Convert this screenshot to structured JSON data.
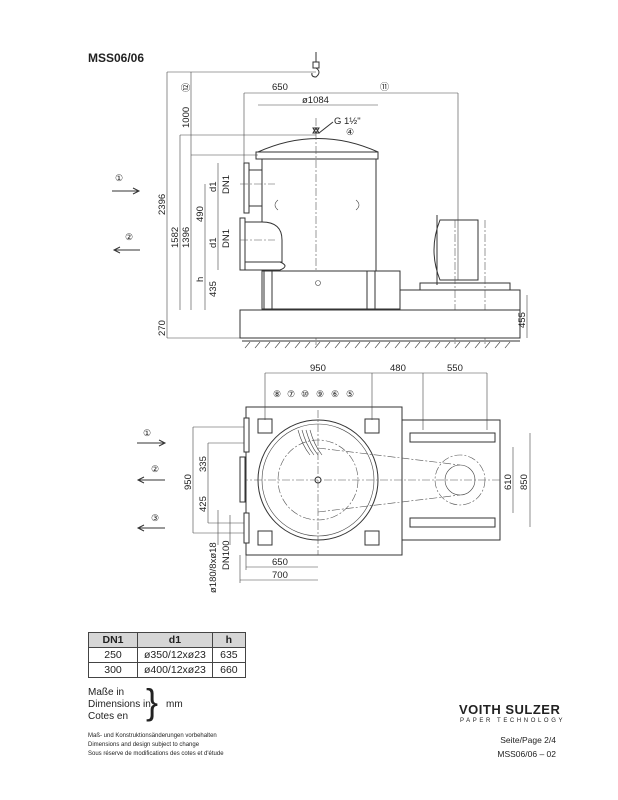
{
  "title": "MSS06/06",
  "elevation": {
    "dims": {
      "w650": "650",
      "w1084": "ø1084",
      "g": "G 1½\"",
      "h2396": "2396",
      "h1582": "1582",
      "h1396": "1396",
      "h1000": "1000",
      "h490": "490",
      "h435": "435",
      "h": "h",
      "d1": "d1",
      "dn1": "DN1",
      "h270": "270",
      "h455": "455"
    },
    "callouts": {
      "c1": "①",
      "c2": "②",
      "c4": "④",
      "c11": "⑪",
      "c12": "⑫"
    }
  },
  "plan": {
    "dims": {
      "w950": "950",
      "w480": "480",
      "w550": "550",
      "h335": "335",
      "h425": "425",
      "h950": "950",
      "h610": "610",
      "h850": "850",
      "w650": "650",
      "w700": "700",
      "flange": "ø180/8xø18",
      "dn100": "DN100"
    },
    "callouts": [
      "⑧",
      "⑦",
      "⑩",
      "⑨",
      "⑥",
      "⑤"
    ],
    "arrows": {
      "c1": "①",
      "c2": "②",
      "c3": "③"
    }
  },
  "table": {
    "headers": [
      "DN1",
      "d1",
      "h"
    ],
    "rows": [
      [
        "250",
        "ø350/12xø23",
        "635"
      ],
      [
        "300",
        "ø400/12xø23",
        "660"
      ]
    ]
  },
  "legend": {
    "lines": [
      "Maße in",
      "Dimensions in",
      "Cotes en"
    ],
    "brace": "}",
    "unit": "mm"
  },
  "notes": [
    "Maß- und Konstruktionsänderungen vorbehalten",
    "Dimensions and design subject to change",
    "Sous réserve de modifications des cotes et d'étude"
  ],
  "brand": {
    "name": "VOITH SULZER",
    "sub": "PAPER TECHNOLOGY"
  },
  "page": {
    "label": "Seite/Page 2/4",
    "doc": "MSS06/06 – 02"
  }
}
